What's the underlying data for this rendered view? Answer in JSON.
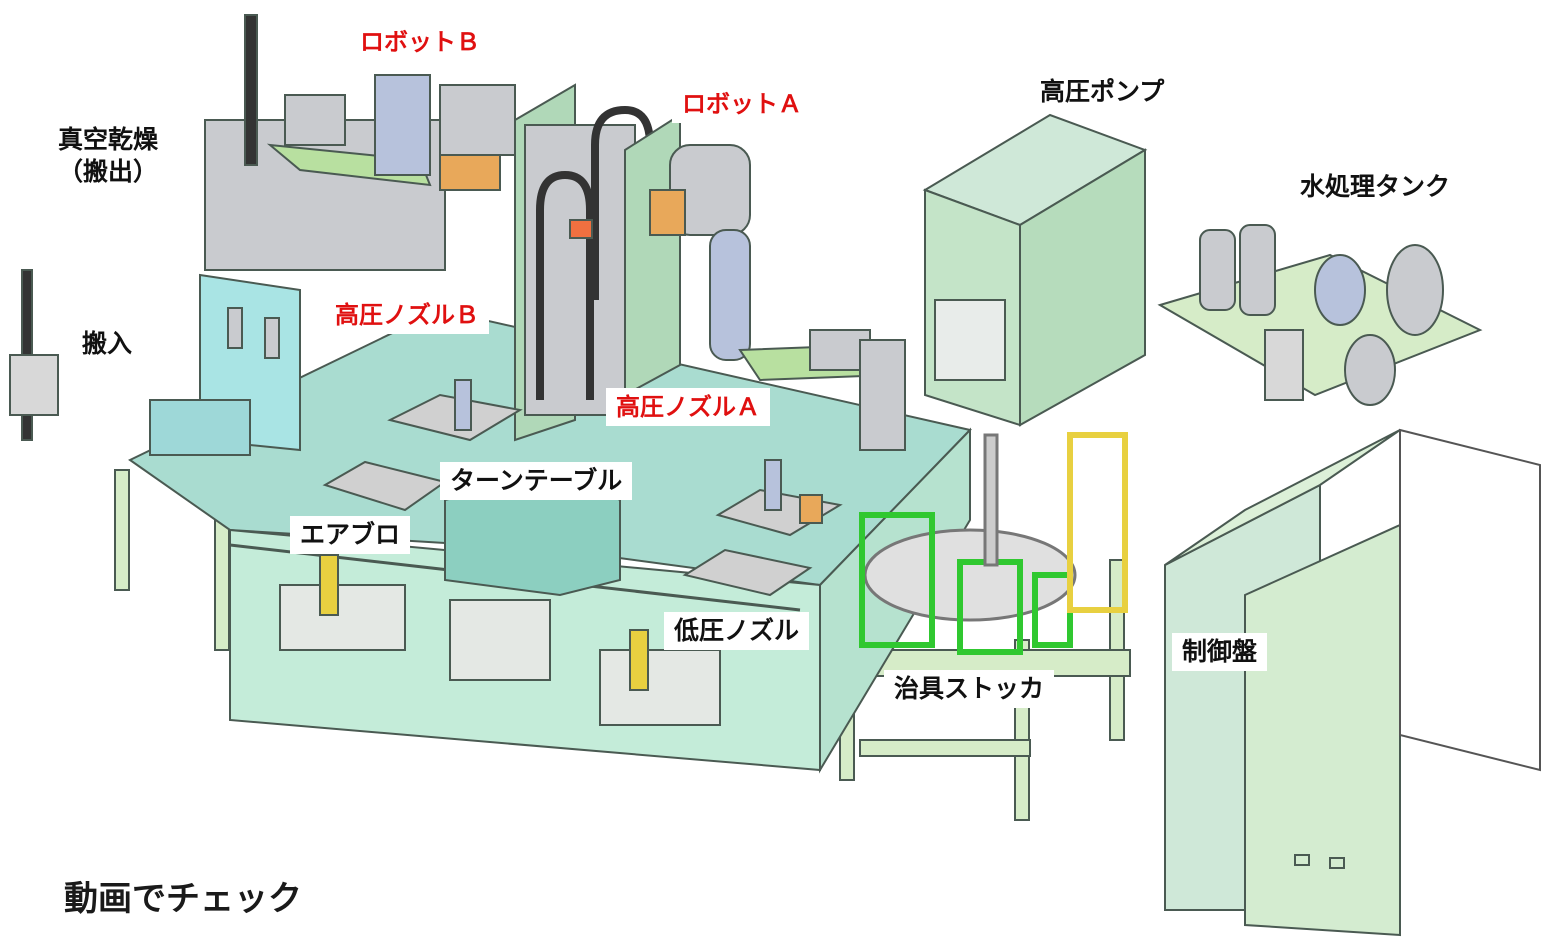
{
  "colors": {
    "machine_fill": "#cfe8d8",
    "machine_stroke": "#4a5a52",
    "table_top": "#a9dcd0",
    "frame": "#d6ecc8",
    "robot_grey": "#c9cbcf",
    "robot_blue": "#b7c2dc",
    "accent_orange": "#e8a85a",
    "jig_green": "#30c830",
    "jig_yellow": "#e8d040",
    "label_red": "#e01010"
  },
  "labels": {
    "robot_b": "ロボットＢ",
    "robot_a": "ロボットＡ",
    "high_pressure_pump": "高圧ポンプ",
    "vacuum_dry_line1": "真空乾燥",
    "vacuum_dry_line2": "（搬出）",
    "water_tank": "水処理タンク",
    "carry_in": "搬入",
    "hp_nozzle_b": "高圧ノズルＢ",
    "hp_nozzle_a": "高圧ノズルＡ",
    "turntable": "ターンテーブル",
    "air_blow": "エアブロ",
    "lp_nozzle": "低圧ノズル",
    "control_panel": "制御盤",
    "jig_stocker": "治具ストッカ"
  },
  "footer": {
    "watch_video": "動画でチェック"
  }
}
